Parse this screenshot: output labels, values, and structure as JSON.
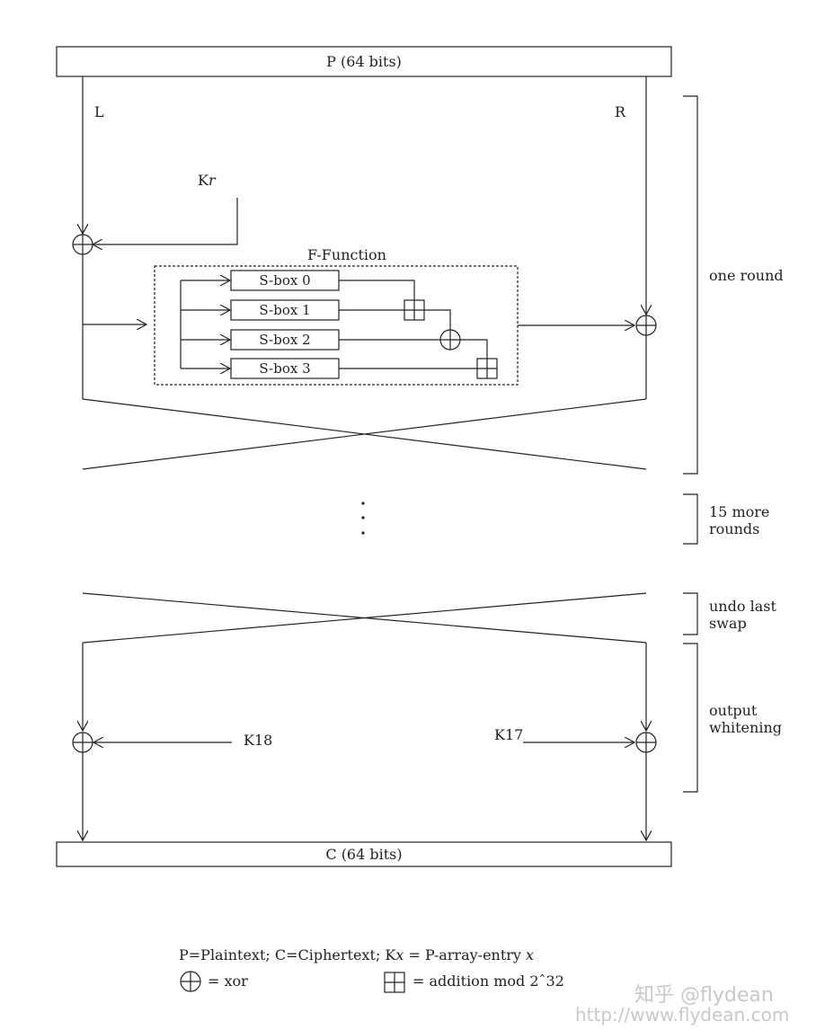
{
  "diagram": {
    "plaintext_label": "P (64 bits)",
    "ciphertext_label": "C (64 bits)",
    "left_label": "L",
    "right_label": "R",
    "round_key_prefix": "K",
    "round_key_var": "r",
    "f_function_title": "F-Function",
    "sboxes": [
      "S-box 0",
      "S-box 1",
      "S-box 2",
      "S-box 3"
    ],
    "k18_label": "K18",
    "k17_label": "K17"
  },
  "brackets": {
    "one_round": "one round",
    "more_rounds_line1": "15 more",
    "more_rounds_line2": "rounds",
    "undo_swap_line1": "undo last",
    "undo_swap_line2": "swap",
    "whitening_line1": "output",
    "whitening_line2": "whitening"
  },
  "legend": {
    "p_part": "P=Plaintext;",
    "c_part": "C=Ciphertext;",
    "k_prefix": "K",
    "k_var": "x",
    "k_eq": "= P-array-entry",
    "k_var2": "x",
    "xor_text": "= xor",
    "add_text": "= addition mod 2ˆ32"
  },
  "watermark": {
    "line1": "知乎 @flydean",
    "line2": "http://www.flydean.com"
  }
}
